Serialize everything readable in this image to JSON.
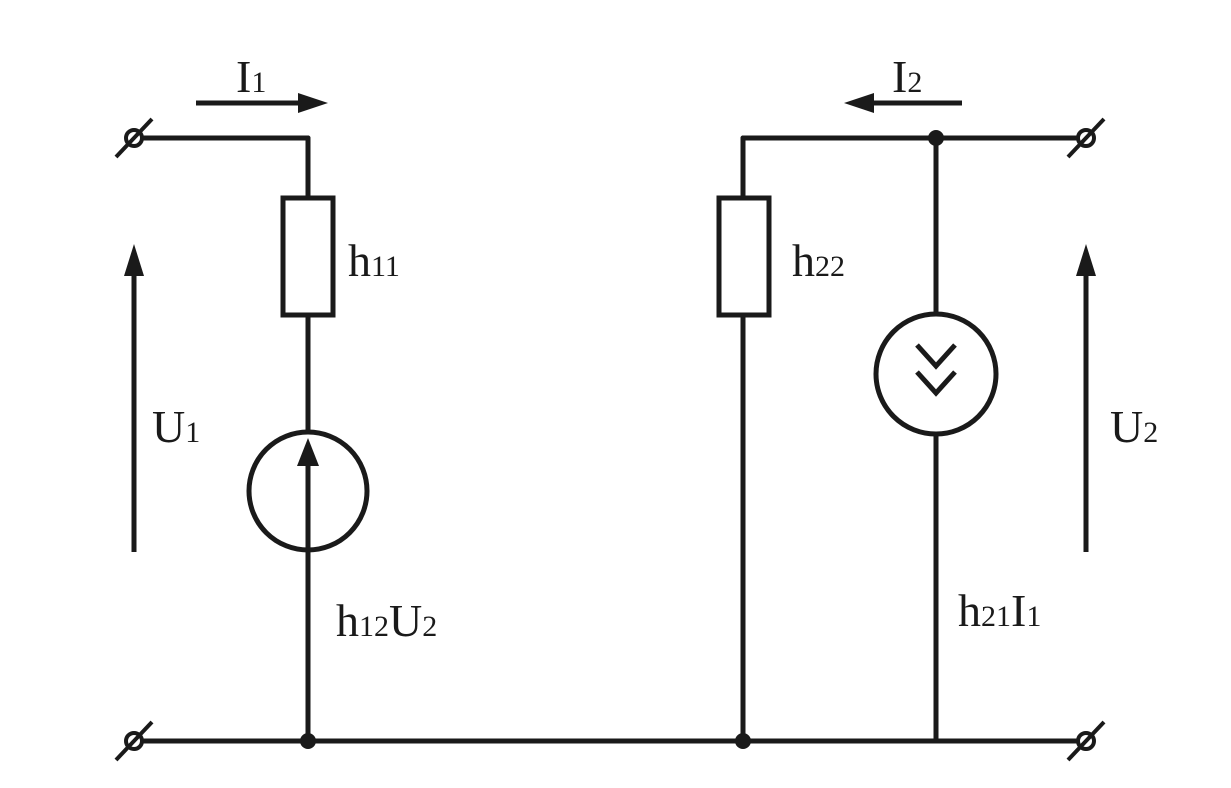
{
  "colors": {
    "ink": "#1a1a1a",
    "background": "#ffffff"
  },
  "labels": {
    "I1": {
      "main": "I",
      "sub": "1"
    },
    "I2": {
      "main": "I",
      "sub": "2"
    },
    "U1": {
      "main": "U",
      "sub": "1"
    },
    "U2": {
      "main": "U",
      "sub": "2"
    },
    "h11": {
      "main": "h",
      "sub": "11"
    },
    "h22": {
      "main": "h",
      "sub": "22"
    },
    "h12U2": {
      "main1": "h",
      "sub1": "12",
      "main2": "U",
      "sub2": "2"
    },
    "h21I1": {
      "main1": "h",
      "sub1": "21",
      "main2": "I",
      "sub2": "1"
    }
  }
}
